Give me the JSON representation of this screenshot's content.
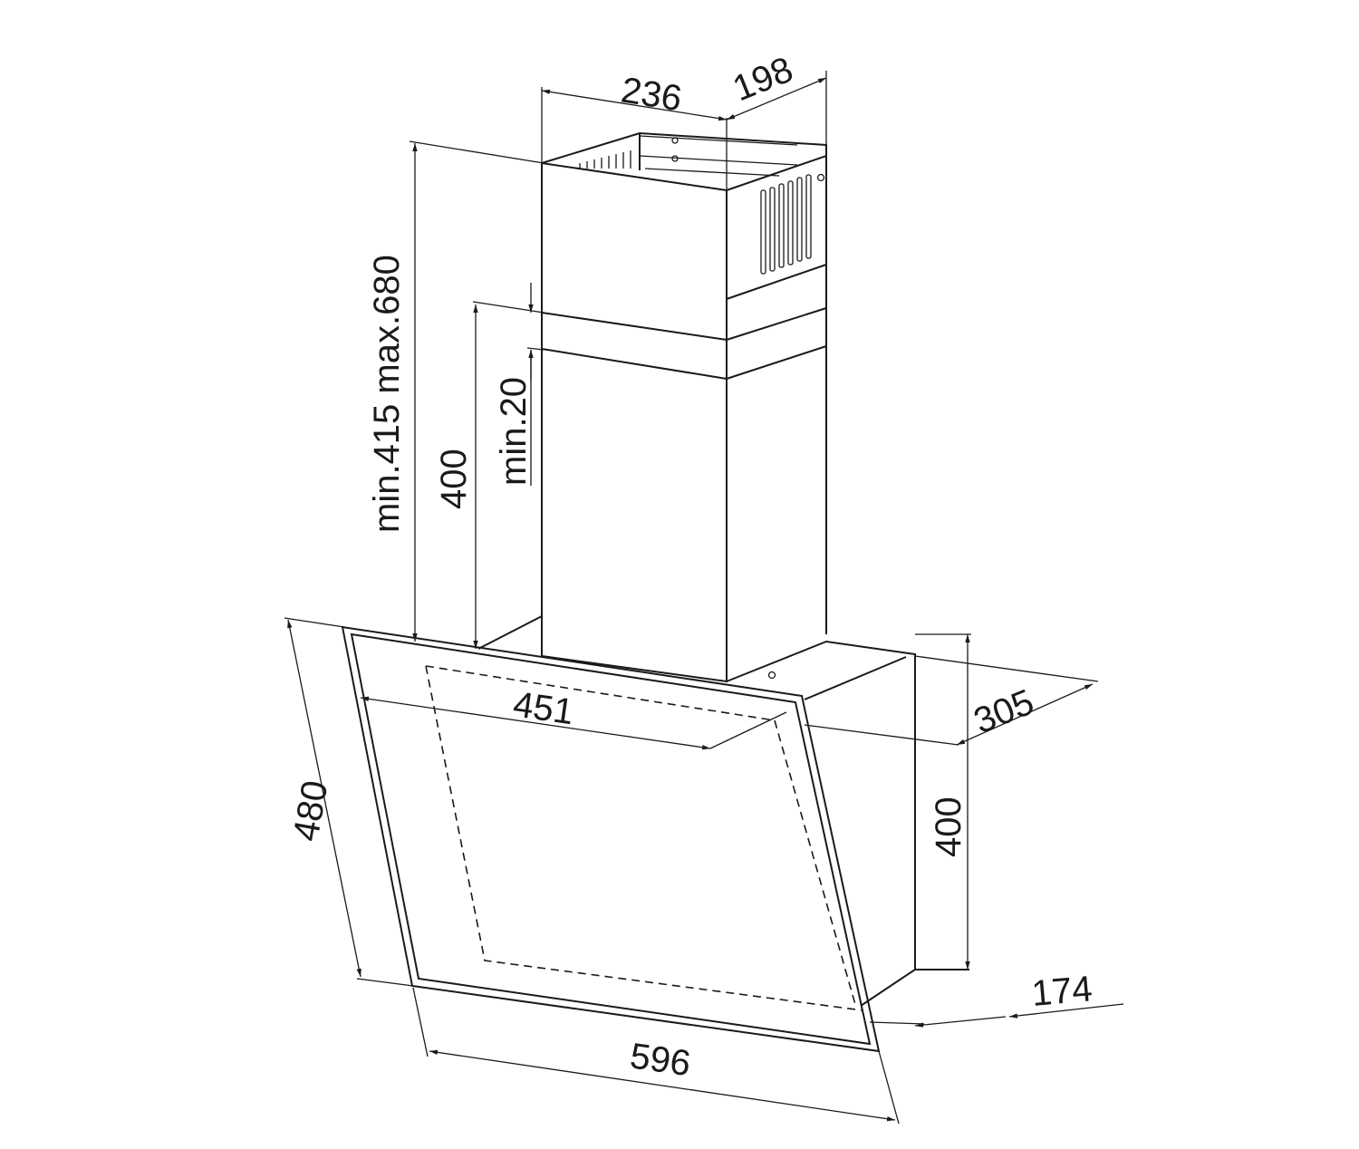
{
  "dimensions": {
    "chimney_width": "236",
    "chimney_depth": "198",
    "chimney_height_range": "min.415 max.680",
    "chimney_lower": "400",
    "overlap": "min.20",
    "inner_width": "451",
    "hood_depth": "305",
    "glass_height": "480",
    "body_height": "400",
    "bottom_depth": "174",
    "total_width": "596"
  }
}
